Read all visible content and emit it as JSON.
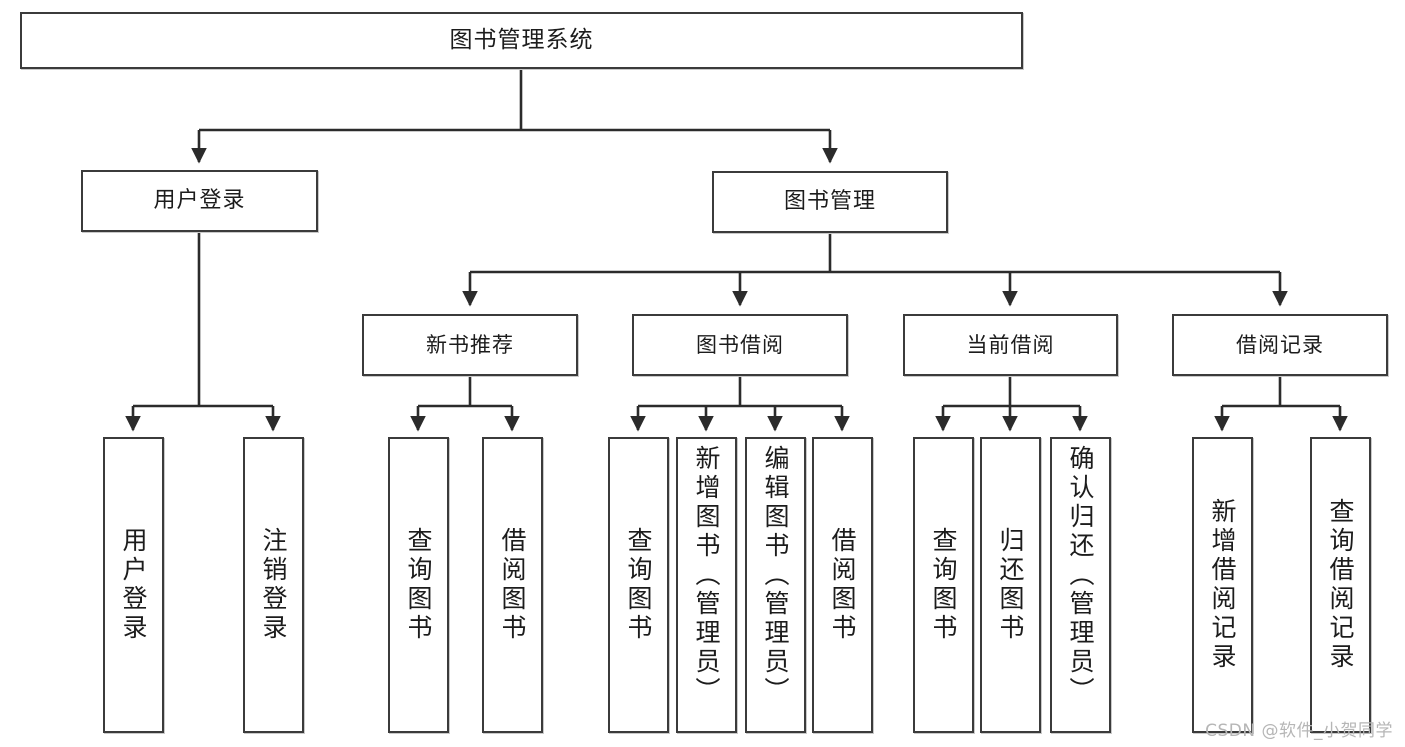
{
  "diagram": {
    "type": "tree-hierarchy-chart",
    "title": "图书管理系统",
    "watermark": "CSDN @软件_小贺同学",
    "colors": {
      "box_border": "#3b3b3b",
      "box_fill": "#ffffff",
      "connector": "#2b2b2b",
      "text": "#1c1c1c",
      "watermark": "#b6b6b6"
    },
    "levels": {
      "root_label": "图书管理系统",
      "level2": [
        {
          "id": "user-login",
          "label": "用户登录"
        },
        {
          "id": "book-management",
          "label": "图书管理"
        }
      ],
      "level3": [
        {
          "id": "new-book-recommend",
          "label": "新书推荐"
        },
        {
          "id": "book-borrow",
          "label": "图书借阅"
        },
        {
          "id": "current-borrow",
          "label": "当前借阅"
        },
        {
          "id": "borrow-record",
          "label": "借阅记录"
        }
      ],
      "leaves": {
        "user_login": [
          {
            "id": "leaf-user-login",
            "label": "用户登录"
          },
          {
            "id": "leaf-logout-login",
            "label": "注销登录"
          }
        ],
        "new_book_recommend": [
          {
            "id": "leaf-query-book-1",
            "label": "查询图书"
          },
          {
            "id": "leaf-borrow-book-1",
            "label": "借阅图书"
          }
        ],
        "book_borrow": [
          {
            "id": "leaf-query-book-2",
            "label": "查询图书"
          },
          {
            "id": "leaf-add-book-admin",
            "label": "新增图书（管理员）"
          },
          {
            "id": "leaf-edit-book-admin",
            "label": "编辑图书（管理员）"
          },
          {
            "id": "leaf-borrow-book-2",
            "label": "借阅图书"
          }
        ],
        "current_borrow": [
          {
            "id": "leaf-query-book-3",
            "label": "查询图书"
          },
          {
            "id": "leaf-return-book",
            "label": "归还图书"
          },
          {
            "id": "leaf-confirm-return-admin",
            "label": "确认归还（管理员）"
          }
        ],
        "borrow_record": [
          {
            "id": "leaf-add-borrow-record",
            "label": "新增借阅记录"
          },
          {
            "id": "leaf-query-borrow-record",
            "label": "查询借阅记录"
          }
        ]
      }
    }
  }
}
